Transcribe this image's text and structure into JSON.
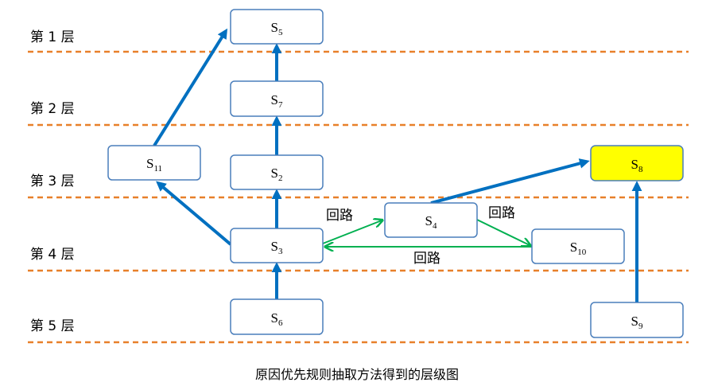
{
  "layers": [
    "第 1 层",
    "第 2 层",
    "第 3 层",
    "第 4 层",
    "第 5 层"
  ],
  "nodes": [
    {
      "id": "S5",
      "label": "S",
      "sub": "5",
      "highlight": false
    },
    {
      "id": "S7",
      "label": "S",
      "sub": "7",
      "highlight": false
    },
    {
      "id": "S11",
      "label": "S",
      "sub": "11",
      "highlight": false
    },
    {
      "id": "S2",
      "label": "S",
      "sub": "2",
      "highlight": false
    },
    {
      "id": "S8",
      "label": "S",
      "sub": "8",
      "highlight": true
    },
    {
      "id": "S4",
      "label": "S",
      "sub": "4",
      "highlight": false
    },
    {
      "id": "S3",
      "label": "S",
      "sub": "3",
      "highlight": false
    },
    {
      "id": "S10",
      "label": "S",
      "sub": "10",
      "highlight": false
    },
    {
      "id": "S6",
      "label": "S",
      "sub": "6",
      "highlight": false
    },
    {
      "id": "S9",
      "label": "S",
      "sub": "9",
      "highlight": false
    }
  ],
  "edges": [
    {
      "from": "S6",
      "to": "S3",
      "kind": "hierarchy"
    },
    {
      "from": "S3",
      "to": "S2",
      "kind": "hierarchy"
    },
    {
      "from": "S2",
      "to": "S7",
      "kind": "hierarchy"
    },
    {
      "from": "S7",
      "to": "S5",
      "kind": "hierarchy"
    },
    {
      "from": "S3",
      "to": "S11",
      "kind": "hierarchy"
    },
    {
      "from": "S11",
      "to": "S5",
      "kind": "hierarchy"
    },
    {
      "from": "S4",
      "to": "S8",
      "kind": "hierarchy"
    },
    {
      "from": "S9",
      "to": "S8",
      "kind": "hierarchy"
    },
    {
      "from": "S3",
      "to": "S4",
      "kind": "loop"
    },
    {
      "from": "S4",
      "to": "S10",
      "kind": "loop"
    },
    {
      "from": "S10",
      "to": "S3",
      "kind": "loop"
    }
  ],
  "loop_labels": [
    "回路",
    "回路",
    "回路"
  ],
  "caption": "原因优先规则抽取方法得到的层级图",
  "colors": {
    "hierarchy_arrow": "#0070c0",
    "loop_arrow": "#00b050",
    "divider": "#e8802a",
    "node_border": "#4a7ebb",
    "highlight": "#ffff00"
  }
}
